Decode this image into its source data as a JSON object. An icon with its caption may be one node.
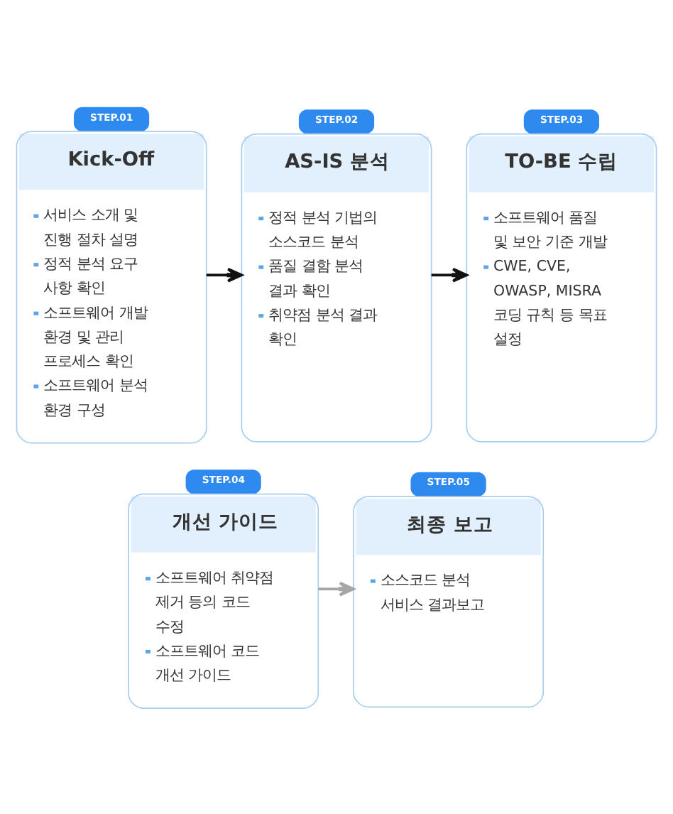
{
  "diagram": {
    "nodes": [
      {
        "text": [
          "STEP.01",
          "Kick-Off",
          "서비스 소개 및 진행 절차 설명",
          "정적 분석 요구 사항 확인",
          "소프트웨어 개발 환경 및 관리 프로세스 확인",
          "소프트웨어 분석 환경 구성"
        ]
      },
      {
        "text": [
          "STEP.02",
          "AS-IS 분석",
          "정적 분석 기법의 소스코드 분석",
          "품질 결함 분석 결과 확인",
          "취약점 분석 결과 확인"
        ]
      },
      {
        "text": [
          "STEP.03",
          "TO-BE 수립",
          "소프트웨어 품질 및 보안 기준 개발",
          "CWE, CVE, OWASP, MISRA 코딩 규칙 등 목표 설정"
        ]
      },
      {
        "text": [
          "STEP.04",
          "개선 가이드",
          "소프트웨어 취약점 제거 등의 코드 수정",
          "소프트웨어 코드 개선 가이드"
        ]
      },
      {
        "text": [
          "STEP.05",
          "최종 보고",
          "소스코드 분석 서비스 결과보고"
        ]
      }
    ],
    "edges": [
      {
        "from": 0,
        "to": 1,
        "arrow": "to"
      },
      {
        "from": 1,
        "to": 2,
        "arrow": "to"
      },
      {
        "from": 3,
        "to": 4,
        "arrow": "to",
        "color": "#a6a6a6"
      }
    ]
  }
}
